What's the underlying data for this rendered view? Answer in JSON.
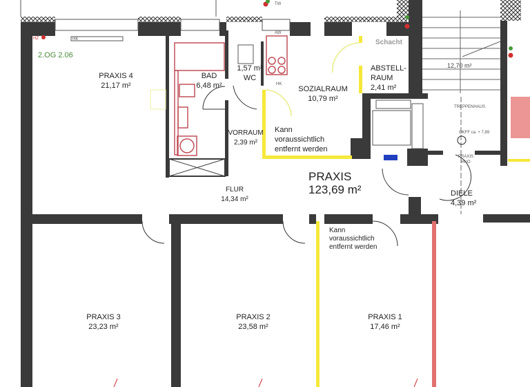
{
  "floor_label": "2.OG 2.06",
  "unit": {
    "name": "PRAXIS",
    "area": "123,69 m²"
  },
  "rooms": [
    {
      "name": "PRAXIS 4",
      "area": "21,17 m²"
    },
    {
      "name": "BAD",
      "area": "6,48 m²"
    },
    {
      "name": "WC",
      "area": "1,57 m²"
    },
    {
      "name": "VORRAUM",
      "area": "2,39 m²"
    },
    {
      "name": "SOZIALRAUM",
      "area": "10,79 m²"
    },
    {
      "name": "ABSTELL-",
      "name2": "RAUM",
      "area": "2,41 m²"
    },
    {
      "name": "FLUR",
      "area": "14,34 m²"
    },
    {
      "name": "DIELE",
      "area": "4,39 m²"
    },
    {
      "name": "PRAXIS 3",
      "area": "23,23 m²"
    },
    {
      "name": "PRAXIS 2",
      "area": "23,58 m²"
    },
    {
      "name": "PRAXIS 1",
      "area": "17,46 m²"
    }
  ],
  "stair": {
    "area": "12,70 m²",
    "label": "TREPPENHAUS",
    "level": "OKFF ca. + 7,89",
    "door_label1": "PRAXIS",
    "door_label2": "HNO"
  },
  "notes": {
    "line1": "Kann",
    "line2": "voraussichtlich",
    "line3": "entfernt werden"
  },
  "small_labels": {
    "schacht": "Schacht",
    "hk": "HK",
    "aw": "AW",
    "tw": "TW",
    "hz": "HZ"
  },
  "colors": {
    "wall": "#3a3a3a",
    "removable_wall": "#f5e83a",
    "sanitary": "#c0505a",
    "label_green": "#4a8a3a"
  }
}
